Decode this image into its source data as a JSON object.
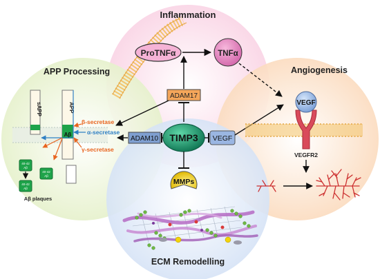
{
  "regions": {
    "inflammation": "Inflammation",
    "app": "APP Processing",
    "angiogenesis": "Angiogenesis",
    "ecm": "ECM Remodelling"
  },
  "nodes": {
    "timp3": "TIMP3",
    "adam17": "ADAM17",
    "adam10": "ADAM10",
    "vegf_hub": "VEGF",
    "mmps": "MMPs",
    "protnf": "ProTNFα",
    "tnf": "TNFα",
    "vegf_receptor_ligand": "VEGF",
    "vegfr2": "VEGFR2"
  },
  "app_processing": {
    "sapp": "sAPP",
    "app": "APP",
    "abeta": "Aβ",
    "beta_secretase": "β-secretase",
    "alpha_secretase": "α-secretase",
    "gamma_secretase": "γ-secretase",
    "plaque_label": "Aβ plaques",
    "mini_label_1_top": "40-42",
    "mini_label_1_bottom": "Aβ",
    "mini_label_2_top": "40-42",
    "mini_label_2_bottom": "Aβ",
    "mini_label_3_top": "40-42",
    "mini_label_3_bottom": "Aβ"
  },
  "colors": {
    "inflammation_bg": "#fce3ee",
    "app_bg": "#eef6dc",
    "angiogenesis_bg": "#fde9d4",
    "ecm_bg": "#e3ecf9",
    "timp3_fill": "#1fa87a",
    "adam17_fill": "#f4a65a",
    "adam10_fill": "#7f9fd0",
    "vegf_fill": "#9ab6e2",
    "mmps_fill": "#f3d40b",
    "tnf_fill": "#e98bc7",
    "membrane": "#f2c268",
    "receptor": "#d94a5b",
    "vessel": "#cc2f2f",
    "alpha_line": "#2f7fc4",
    "secretase_orange": "#e8641f",
    "abeta_green": "#1ea34a"
  }
}
